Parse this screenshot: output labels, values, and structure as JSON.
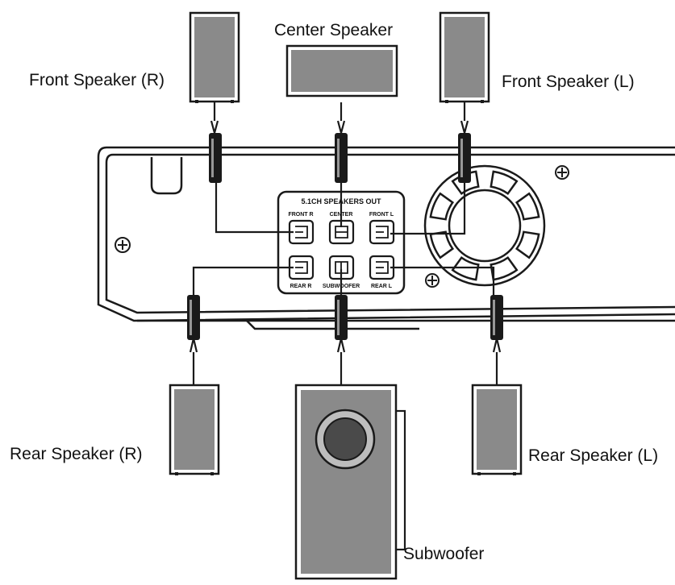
{
  "labels": {
    "front_right": "Front Speaker (R)",
    "center": "Center Speaker",
    "front_left": "Front Speaker (L)",
    "rear_right": "Rear Speaker (R)",
    "rear_left": "Rear Speaker (L)",
    "subwoofer": "Subwoofer"
  },
  "panel": {
    "title": "5.1CH SPEAKERS OUT",
    "top_labels": [
      "FRONT R",
      "CENTER",
      "FRONT L"
    ],
    "bottom_labels": [
      "REAR R",
      "SUBWOOFER",
      "REAR L"
    ]
  },
  "colors": {
    "speaker_fill": "#8a8a8a",
    "speaker_outline": "#1a1a1a",
    "line": "#1a1a1a",
    "background": "#ffffff"
  }
}
